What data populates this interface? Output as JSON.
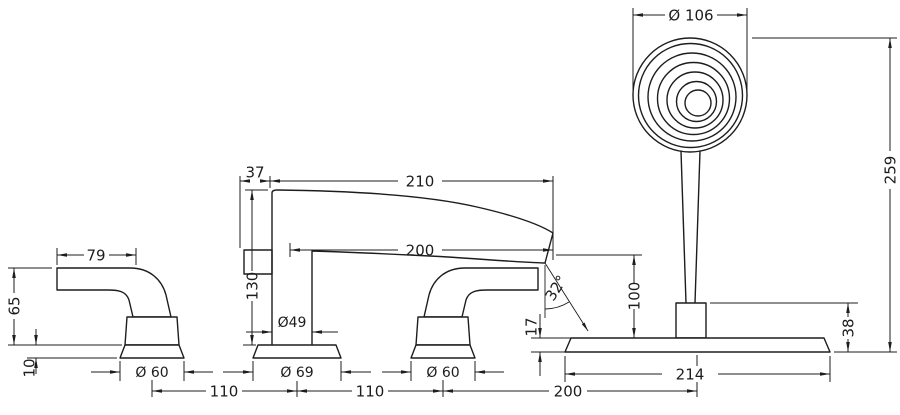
{
  "drawing": {
    "description": "Technical dimension drawing of a 4-hole rim-mounted bath mixer with hand shower",
    "ink_color": "#1d1d1b",
    "background_color": "#ffffff",
    "labels": {
      "shower_head_dia": "Ø 106",
      "overall_height": "259",
      "shower_base_height": "38",
      "base_plate_height": "17",
      "outlet_height": "100",
      "shower_base_width": "214",
      "spout_back_offset": "37",
      "spout_top_reach": "210",
      "spout_reach": "200",
      "spout_height": "130",
      "spout_dia": "Ø49",
      "spout_base_dia": "Ø 69",
      "lever_length": "79",
      "handle_height": "65",
      "escutcheon_height": "10",
      "handle_base_dia_left": "Ø 60",
      "handle_base_dia_right": "Ø 60",
      "spray_angle": "32°",
      "spacing_1": "110",
      "spacing_2": "110",
      "spacing_3": "200"
    }
  }
}
